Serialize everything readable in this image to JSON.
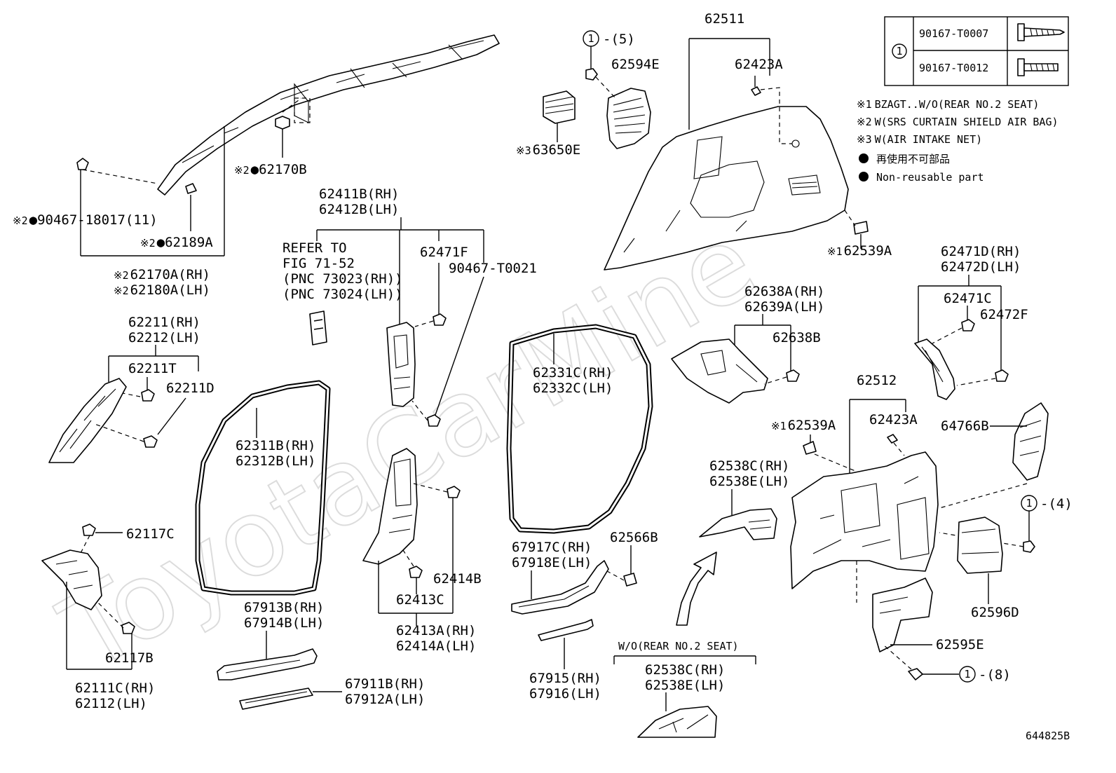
{
  "watermark": "ToyotaCarMine",
  "diagram_id": "644825B",
  "legend": {
    "symbol": "1",
    "rows": [
      {
        "part": "90167-T0007",
        "fastener": "screw-long-icon"
      },
      {
        "part": "90167-T0012",
        "fastener": "bolt-short-icon"
      }
    ]
  },
  "notes": [
    {
      "mark": "※1",
      "text": "BZAGT..W/O(REAR NO.2 SEAT)"
    },
    {
      "mark": "※2",
      "text": "W(SRS CURTAIN SHIELD AIR BAG)"
    },
    {
      "mark": "※3",
      "text": "W(AIR INTAKE NET)"
    },
    {
      "mark": "●",
      "text": "再使用不可部品"
    },
    {
      "mark": "●",
      "text": "Non-reusable part"
    }
  ],
  "labels": {
    "p62511": "62511",
    "p62423A_top": "62423A",
    "p62594E": "62594E",
    "qty5": "-(5)",
    "p63650E": "63650E",
    "p62539A_top": "62539A",
    "p62170B": "62170B",
    "p90467_18017": "90467-18017(11)",
    "p62189A": "62189A",
    "p62170A": "62170A(RH)",
    "p62180A": "62180A(LH)",
    "p62411B": "62411B(RH)",
    "p62412B": "62412B(LH)",
    "refer1": "REFER TO",
    "refer2": "FIG 71-52",
    "refer3": "(PNC 73023(RH))",
    "refer4": "(PNC 73024(LH))",
    "p62471F": "62471F",
    "p90467_T0021": "90467-T0021",
    "p62211": "62211(RH)",
    "p62212": "62212(LH)",
    "p62211T": "62211T",
    "p62211D": "62211D",
    "p62311B": "62311B(RH)",
    "p62312B": "62312B(LH)",
    "p62331C": "62331C(RH)",
    "p62332C": "62332C(LH)",
    "p62638A": "62638A(RH)",
    "p62639A": "62639A(LH)",
    "p62638B": "62638B",
    "p62471D": "62471D(RH)",
    "p62472D": "62472D(LH)",
    "p62471C": "62471C",
    "p62472F": "62472F",
    "p62512": "62512",
    "p62423A_mid": "62423A",
    "p62539A_mid": "62539A",
    "p64766B": "64766B",
    "p62538C_a": "62538C(RH)",
    "p62538E_a": "62538E(LH)",
    "qty4": "-(4)",
    "p62117C": "62117C",
    "p62414B": "62414B",
    "p62413C": "62413C",
    "p62413A": "62413A(RH)",
    "p62414A": "62414A(LH)",
    "p67917C": "67917C(RH)",
    "p67918E": "67918E(LH)",
    "p62566B": "62566B",
    "p62596D": "62596D",
    "p62117B": "62117B",
    "p62111C": "62111C(RH)",
    "p62112": "62112(LH)",
    "p67913B": "67913B(RH)",
    "p67914B": "67914B(LH)",
    "p67911B": "67911B(RH)",
    "p67912A": "67912A(LH)",
    "p67915": "67915(RH)",
    "p67916": "67916(LH)",
    "wo_rear": "W/O(REAR NO.2 SEAT)",
    "p62538C_b": "62538C(RH)",
    "p62538E_b": "62538E(LH)",
    "p62595E": "62595E",
    "qty8": "-(8)",
    "mark1": "※1",
    "mark2": "※2",
    "mark3": "※3",
    "circ1": "1"
  }
}
